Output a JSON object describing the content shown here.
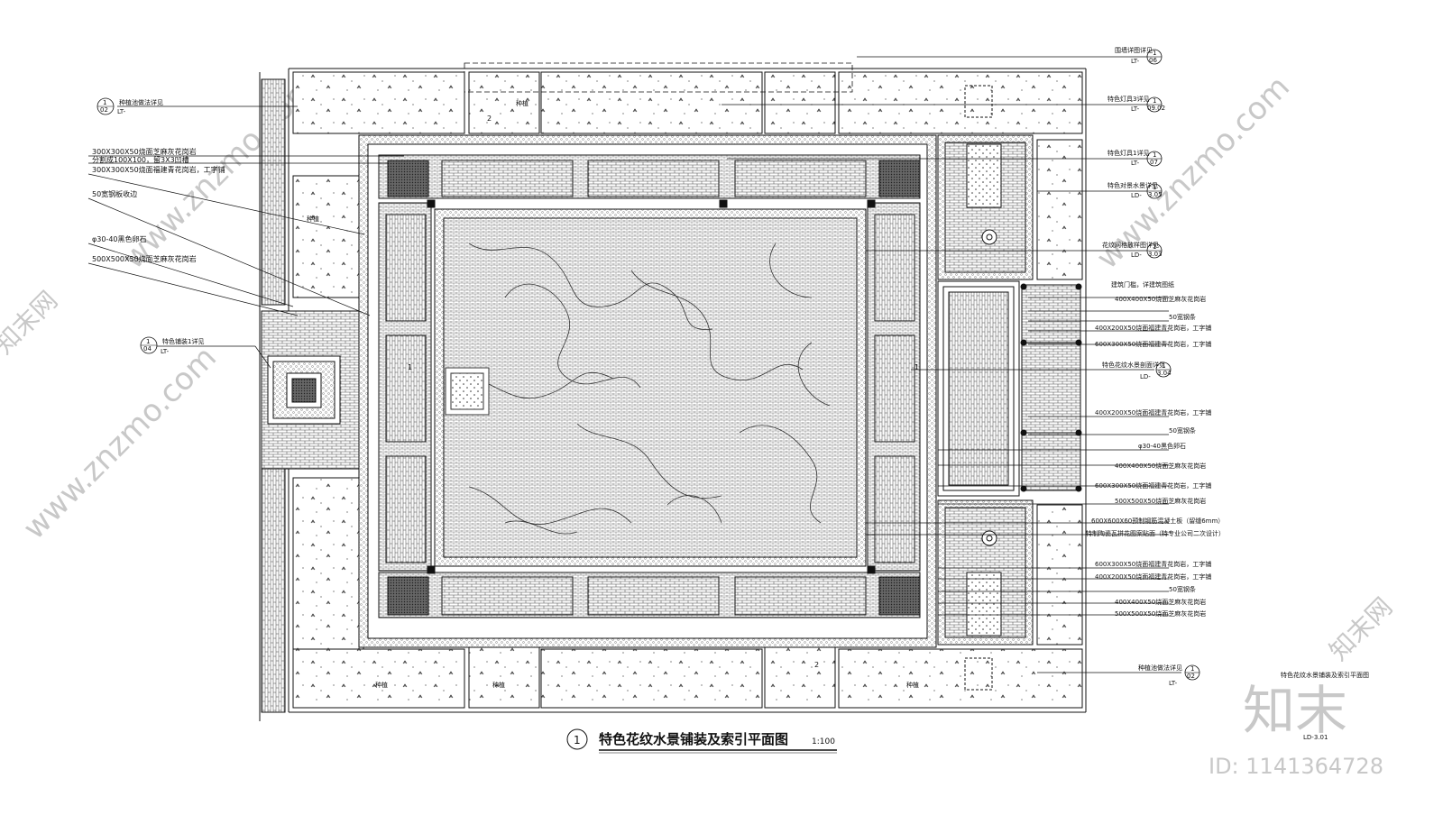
{
  "drawing": {
    "title_num": "1",
    "title": "特色花纹水景铺装及索引平面图",
    "scale": "1:100",
    "sheet_label": "特色花纹水景铺装及索引平面图",
    "sheet_no": "LD-3.01"
  },
  "watermark": {
    "brand": "知末",
    "id_text": "ID: 1141364728",
    "url_text": "www.znzmo.com",
    "net_text": "知末网"
  },
  "callouts_left": [
    {
      "num": "1",
      "sheet": "02",
      "ref": "LT-",
      "text": "种植池做法详见"
    },
    {
      "text": "300X300X50烧面芝麻灰花岗岩"
    },
    {
      "text": "分割成100X100，留3X3凹槽"
    },
    {
      "text": "300X300X50烧面福建青花岗岩，工字铺"
    },
    {
      "text": "50宽钢板收边"
    },
    {
      "text": "φ30-40黑色卵石"
    },
    {
      "text": "500X500X50烧面芝麻灰花岗岩"
    },
    {
      "num": "1",
      "sheet": "04",
      "ref": "LT-",
      "text": "特色铺装1详见"
    }
  ],
  "callouts_right": [
    {
      "num": "1",
      "sheet": "06",
      "ref": "LT-",
      "text": "围墙详图详见"
    },
    {
      "num": "1",
      "sheet": "09.02",
      "ref": "LT-",
      "text": "特色灯具3详见"
    },
    {
      "num": "1",
      "sheet": "07",
      "ref": "LT-",
      "text": "特色灯具1详见"
    },
    {
      "num": "1",
      "sheet": "3.05",
      "ref": "LD-",
      "text": "特色对景水景详见"
    },
    {
      "num": "1",
      "sheet": "3.03",
      "ref": "LD-",
      "text": "花纹网格放样图详见"
    },
    {
      "text": "建筑门槛，详建筑图纸"
    },
    {
      "text": "400X400X50烧面芝麻灰花岗岩"
    },
    {
      "text": "50宽钢条"
    },
    {
      "text": "400X200X50烧面福建青花岗岩，工字铺"
    },
    {
      "text": "600X300X50烧面福建青花岗岩，工字铺"
    },
    {
      "num": "1",
      "sheet": "3.04",
      "ref": "LD-",
      "text": "特色花纹水景剖面详见"
    },
    {
      "text": "400X200X50烧面福建青花岗岩，工字铺"
    },
    {
      "text": "50宽钢条"
    },
    {
      "text": "φ30-40黑色卵石"
    },
    {
      "text": "400X400X50烧面芝麻灰花岗岩"
    },
    {
      "text": "600X300X50烧面福建青花岗岩，工字铺"
    },
    {
      "text": "500X500X50烧面芝麻灰花岗岩"
    },
    {
      "text": "600X600X60预制钢筋混凝土板（留缝6mm）"
    },
    {
      "text": "特制陶瓷瓦拼花图案贴面（特专业公司二次设计）"
    },
    {
      "text": "600X300X50烧面福建青花岗岩，工字铺"
    },
    {
      "text": "400X200X50烧面福建青花岗岩，工字铺"
    },
    {
      "text": "50宽钢条"
    },
    {
      "text": "400X400X50烧面芝麻灰花岗岩"
    },
    {
      "text": "500X500X50烧面芝麻灰花岗岩"
    },
    {
      "num": "1",
      "sheet": "02",
      "ref": "LT-",
      "text": "种植池做法详见"
    }
  ],
  "plan_marks": {
    "planting": "种植",
    "section_1": "1",
    "section_2": "2"
  }
}
